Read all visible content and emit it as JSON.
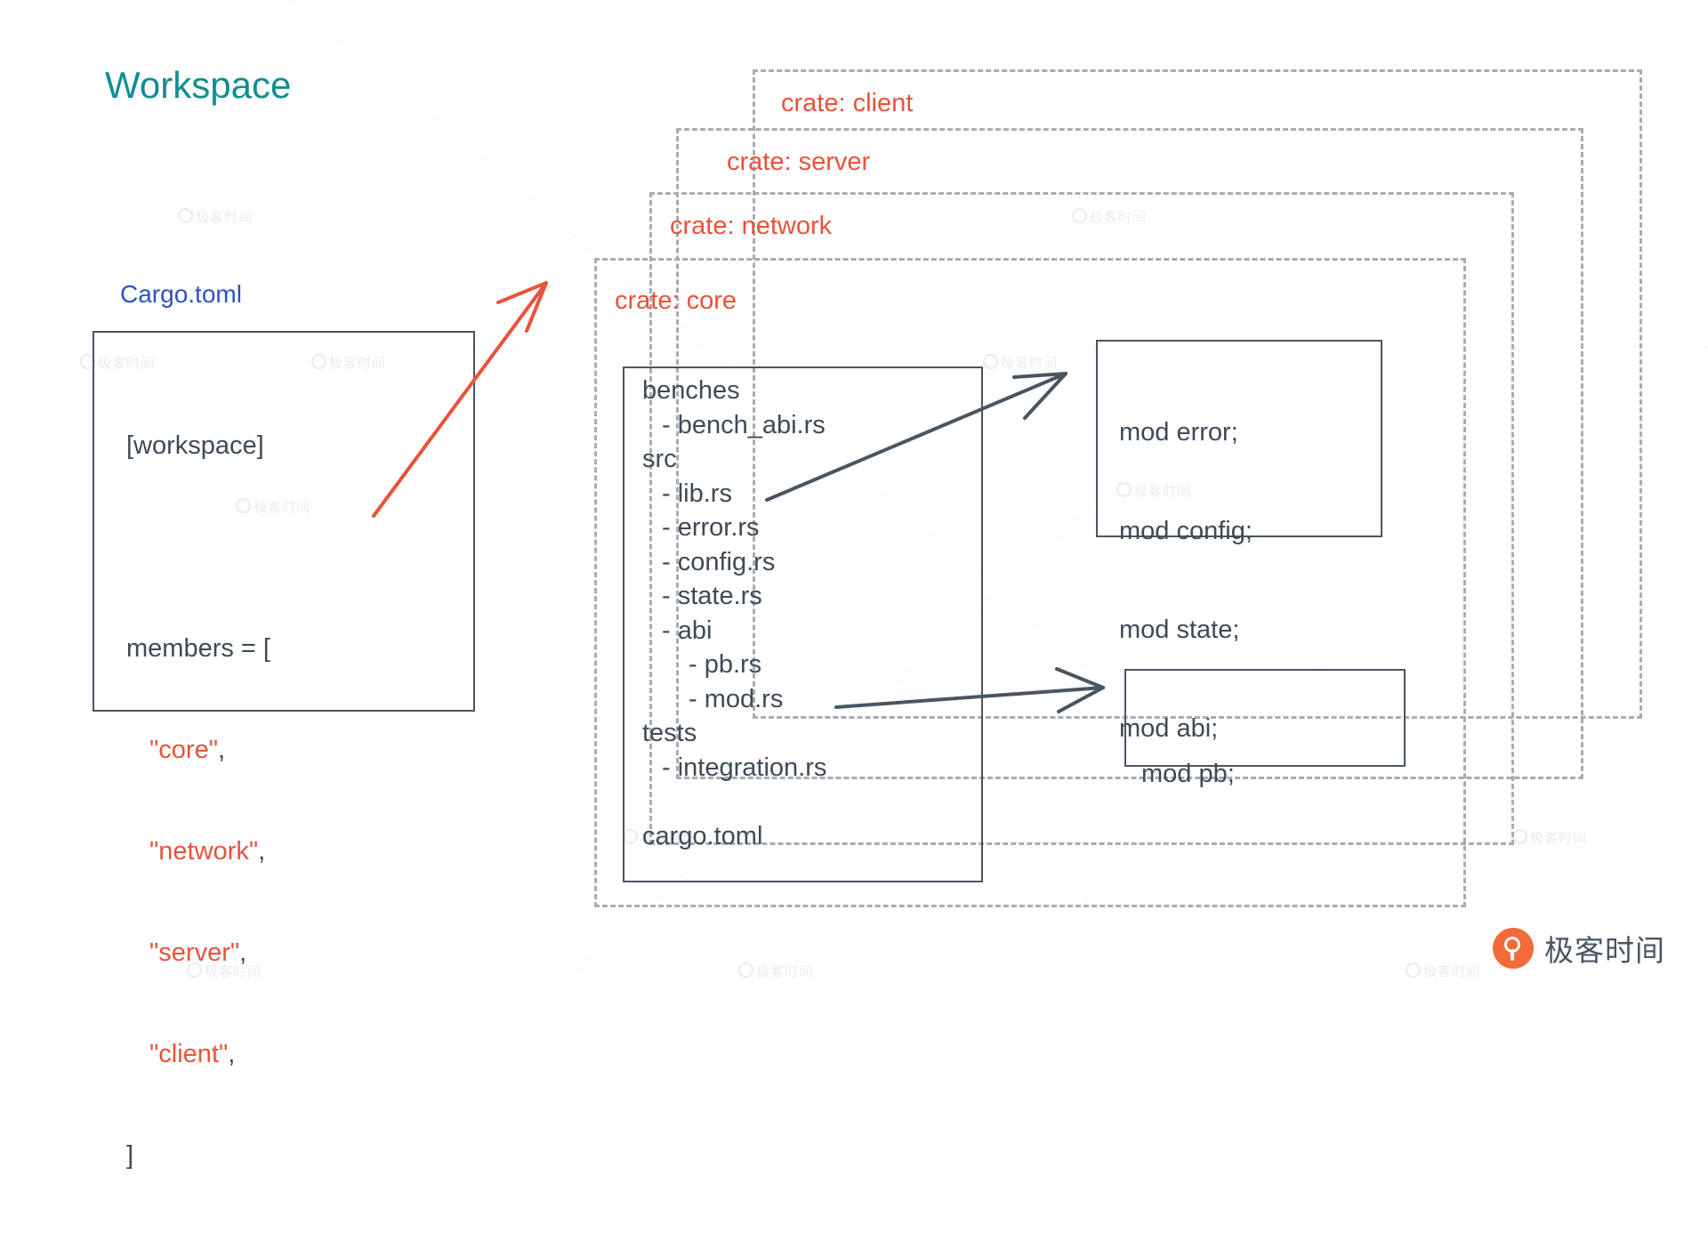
{
  "page": {
    "title": "Workspace",
    "title_color": "#0f8e92"
  },
  "cargo": {
    "label": "Cargo.toml",
    "label_color": "#2d52c4",
    "section": "[workspace]",
    "members_key": "members = [",
    "members": [
      {
        "value": "\"core\"",
        "comma": ","
      },
      {
        "value": "\"network\"",
        "comma": ","
      },
      {
        "value": "\"server\"",
        "comma": ","
      },
      {
        "value": "\"client\"",
        "comma": ","
      }
    ],
    "close_bracket": "]",
    "string_color": "#e8533a"
  },
  "crates": [
    {
      "name": "crate-client",
      "label": "crate: client"
    },
    {
      "name": "crate-server",
      "label": "crate: server"
    },
    {
      "name": "crate-network",
      "label": "crate: network"
    },
    {
      "name": "crate-core",
      "label": "crate: core"
    }
  ],
  "crate_label_color": "#e8533a",
  "crate_border_color": "#a9adb1",
  "tree": {
    "lines": [
      {
        "text": "benches",
        "depth": 0
      },
      {
        "text": "- bench_abi.rs",
        "depth": 1
      },
      {
        "text": "src",
        "depth": 0
      },
      {
        "text": "- lib.rs",
        "depth": 1
      },
      {
        "text": "- error.rs",
        "depth": 1
      },
      {
        "text": "- config.rs",
        "depth": 1
      },
      {
        "text": "- state.rs",
        "depth": 1
      },
      {
        "text": "- abi",
        "depth": 1
      },
      {
        "text": "- pb.rs",
        "depth": 2
      },
      {
        "text": "- mod.rs",
        "depth": 2
      },
      {
        "text": "tests",
        "depth": 0
      },
      {
        "text": "- integration.rs",
        "depth": 1
      },
      {
        "text": "",
        "depth": 0
      },
      {
        "text": "cargo.toml",
        "depth": 0
      }
    ]
  },
  "mod_core": {
    "lines": [
      "mod error;",
      "mod config;",
      "mod state;",
      "mod abi;"
    ]
  },
  "mod_abi": {
    "lines": [
      "mod pb;"
    ]
  },
  "brand": {
    "text": "极客时间"
  },
  "watermark": {
    "text": "极客时间"
  }
}
